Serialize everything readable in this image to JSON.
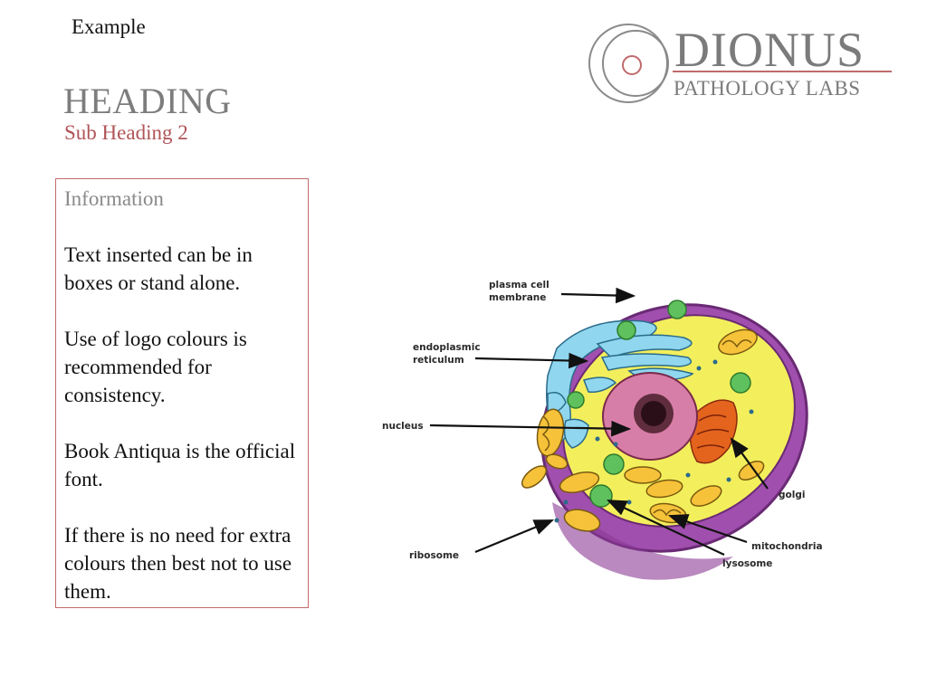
{
  "example_label": "Example",
  "heading": "HEADING",
  "subheading": "Sub Heading 2",
  "logo": {
    "name": "DIONUS",
    "tagline": "PATHOLOGY LABS",
    "colors": {
      "grey": "#7b7b7b",
      "red": "#c06a6c"
    }
  },
  "info_box": {
    "title": "Information",
    "paragraphs": [
      "Text inserted can be in boxes or stand alone.",
      "Use of logo colours is recommended for consistency.",
      "Book Antiqua is the official font.",
      "If there is no need for extra colours then best not to use them."
    ]
  },
  "diagram": {
    "labels": {
      "plasma_line1": "plasma cell",
      "plasma_line2": "membrane",
      "er_line1": "endoplasmic",
      "er_line2": "reticulum",
      "nucleus": "nucleus",
      "ribosome": "ribosome",
      "golgi": "golgi",
      "mitochondria": "mitochondria",
      "lysosome": "lysosome"
    }
  }
}
